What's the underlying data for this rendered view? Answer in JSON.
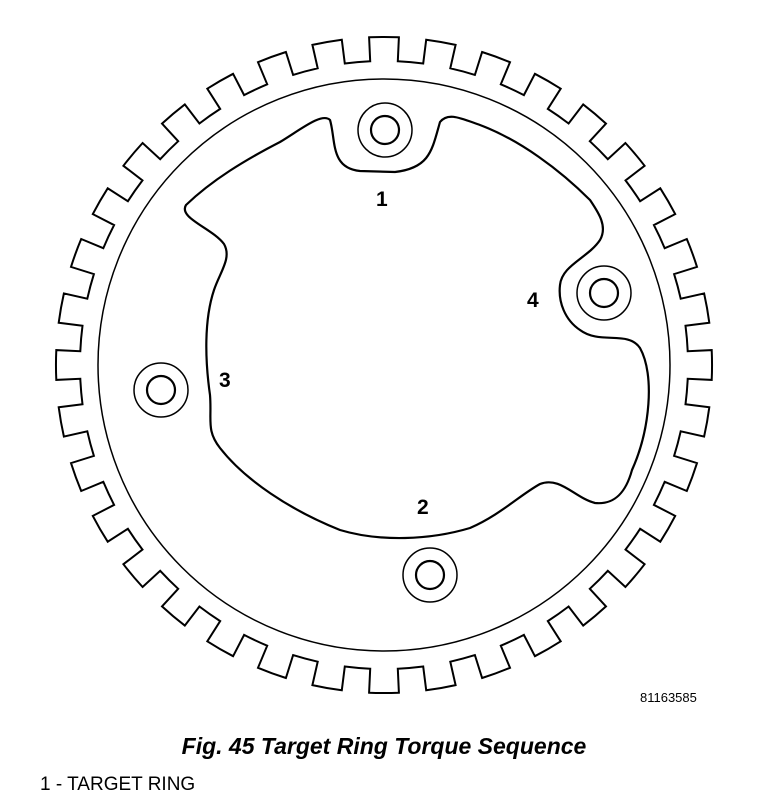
{
  "figure": {
    "labels": {
      "one": "1",
      "two": "2",
      "three": "3",
      "four": "4"
    },
    "figure_id": "81163585",
    "caption": "Fig. 45 Target Ring Torque Sequence",
    "legend": [
      "1 - TARGET RING"
    ]
  }
}
